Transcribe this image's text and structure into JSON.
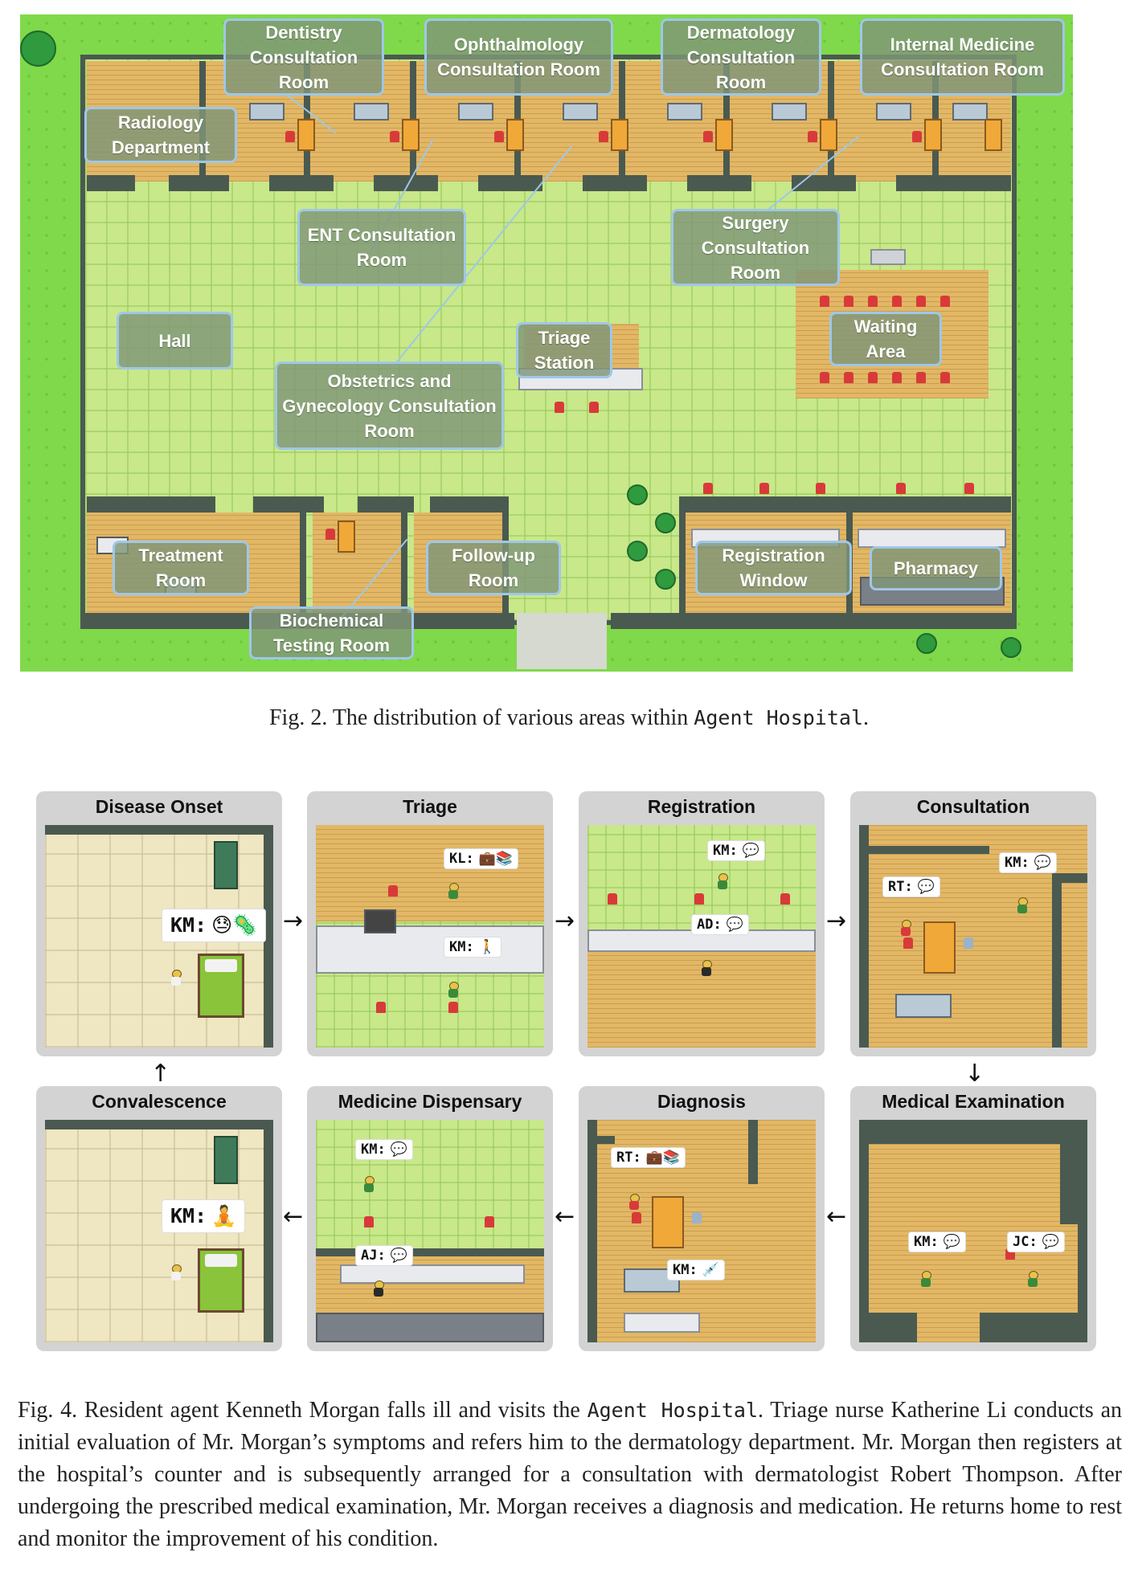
{
  "figure2": {
    "areas": {
      "dentistry": "Dentistry Consultation Room",
      "ophthalmology": "Ophthalmology Consultation Room",
      "dermatology": "Dermatology Consultation Room",
      "internal_medicine": "Internal Medicine Consultation Room",
      "radiology": "Radiology Department",
      "ent": "ENT Consultation Room",
      "surgery": "Surgery Consultation Room",
      "hall": "Hall",
      "triage": "Triage Station",
      "waiting": "Waiting Area",
      "obgyn": "Obstetrics and Gynecology Consultation Room",
      "treatment": "Treatment Room",
      "followup": "Follow-up Room",
      "registration": "Registration Window",
      "pharmacy": "Pharmacy",
      "biochem": "Biochemical Testing Room"
    },
    "caption_prefix": "Fig. 2.  The distribution of various areas within ",
    "caption_mono": "Agent Hospital",
    "caption_suffix": "."
  },
  "figure4": {
    "panels": {
      "onset": {
        "title": "Disease Onset",
        "b1": "KM:",
        "b1_emoji": "😓🦠"
      },
      "triage": {
        "title": "Triage",
        "b1": "KL:",
        "b1_emoji": "💼📚",
        "b2": "KM:",
        "b2_emoji": "🚶"
      },
      "registration": {
        "title": "Registration",
        "b1": "KM:",
        "b1_emoji": "💬",
        "b2": "AD:",
        "b2_emoji": "💬"
      },
      "consultation": {
        "title": "Consultation",
        "b1": "RT:",
        "b1_emoji": "💬",
        "b2": "KM:",
        "b2_emoji": "💬"
      },
      "convalescence": {
        "title": "Convalescence",
        "b1": "KM:",
        "b1_emoji": "🧘"
      },
      "dispensary": {
        "title": "Medicine Dispensary",
        "b1": "KM:",
        "b1_emoji": "💬",
        "b2": "AJ:",
        "b2_emoji": "💬"
      },
      "diagnosis": {
        "title": "Diagnosis",
        "b1": "RT:",
        "b1_emoji": "💼📚",
        "b2": "KM:",
        "b2_emoji": "💉"
      },
      "examination": {
        "title": "Medical Examination",
        "b1": "KM:",
        "b1_emoji": "💬",
        "b2": "JC:",
        "b2_emoji": "💬"
      }
    },
    "arrows": {
      "right": "→",
      "left": "←",
      "up": "↑",
      "down": "↓"
    },
    "caption_p1": "Fig. 4.  Resident agent Kenneth Morgan falls ill and visits the ",
    "caption_mono": "Agent Hospital",
    "caption_p2": ". Triage nurse Katherine Li conducts an initial evaluation of Mr. Morgan’s symptoms and refers him to the dermatology department. Mr. Morgan then registers at the hospital’s counter and is subsequently arranged for a consultation with dermatologist Robert Thompson. After undergoing the prescribed medical examination, Mr. Morgan receives a diagnosis and medication. He returns home to rest and monitor the improvement of his condition."
  }
}
